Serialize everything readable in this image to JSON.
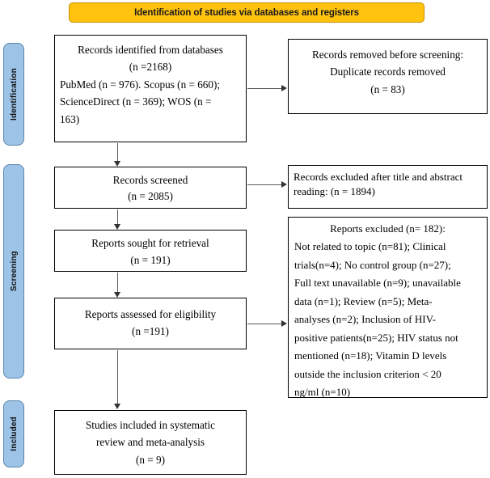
{
  "banner": {
    "title": "Identification of studies via databases and registers"
  },
  "stages": [
    {
      "key": "identification",
      "label": "Identification"
    },
    {
      "key": "screening",
      "label": "Screening"
    },
    {
      "key": "included",
      "label": "Included"
    }
  ],
  "boxes": {
    "identified": {
      "line1": "Records identified from databases",
      "line2": "(n =2168)",
      "line3": "PubMed (n = 976). Scopus (n = 660);",
      "line4": "ScienceDirect (n = 369); WOS (n =",
      "line5": "163)"
    },
    "removed": {
      "line1": "Records removed before screening:",
      "line2": "Duplicate records removed",
      "line3": "(n = 83)"
    },
    "screened": {
      "line1": "Records screened",
      "line2": "(n = 2085)"
    },
    "excluded_title_abstract": {
      "line1": "Records excluded after title and abstract",
      "line2": "reading: (n = 1894)"
    },
    "sought": {
      "line1": "Reports sought for retrieval",
      "line2": "(n = 191)"
    },
    "assessed": {
      "line1": "Reports assessed for eligibility",
      "line2": "(n =191)"
    },
    "excluded_reports": {
      "heading": "Reports excluded (n= 182):",
      "line1": "Not related to topic (n=81); Clinical",
      "line2": "trials(n=4); No control group (n=27);",
      "line3": "Full text unavailable (n=9); unavailable",
      "line4": "data (n=1); Review (n=5); Meta-",
      "line5": "analyses (n=2); Inclusion of HIV-",
      "line6": "positive patients(n=25); HIV status not",
      "line7": "mentioned (n=18); Vitamin D levels",
      "line8": "outside the inclusion criterion < 20",
      "line9": "ng/ml (n=10)"
    },
    "included": {
      "line1": "Studies included in systematic",
      "line2": "review and meta-analysis",
      "line3": "(n = 9)"
    }
  },
  "colors": {
    "banner_fill": "#ffc20e",
    "stage_fill": "#9dc3e6",
    "box_border": "#000000",
    "connector": "#595959"
  }
}
